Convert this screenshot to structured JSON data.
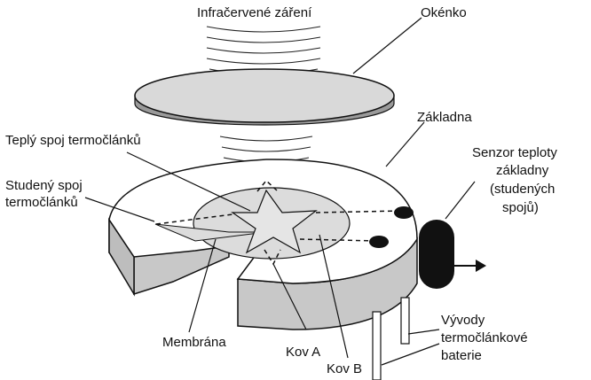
{
  "labels": {
    "infrared": "Infračervené záření",
    "window": "Okénko",
    "base": "Základna",
    "hot_junction": "Teplý spoj termočlánků",
    "cold_junction_1": "Studený spoj",
    "cold_junction_2": "termočlánků",
    "temp_sensor_1": "Senzor teploty",
    "temp_sensor_2": "základny",
    "temp_sensor_3": "(studených",
    "temp_sensor_4": "spojů)",
    "membrane": "Membrána",
    "metal_a": "Kov A",
    "metal_b": "Kov B",
    "leads_1": "Vývody",
    "leads_2": "termočlánkové",
    "leads_3": "baterie"
  },
  "colors": {
    "stroke": "#111111",
    "window_fill": "#d9d9d9",
    "base_top": "#ffffff",
    "base_side": "#c8c8c8",
    "membrane_fill": "#dcdcdc",
    "sensor_fill": "#111111"
  }
}
